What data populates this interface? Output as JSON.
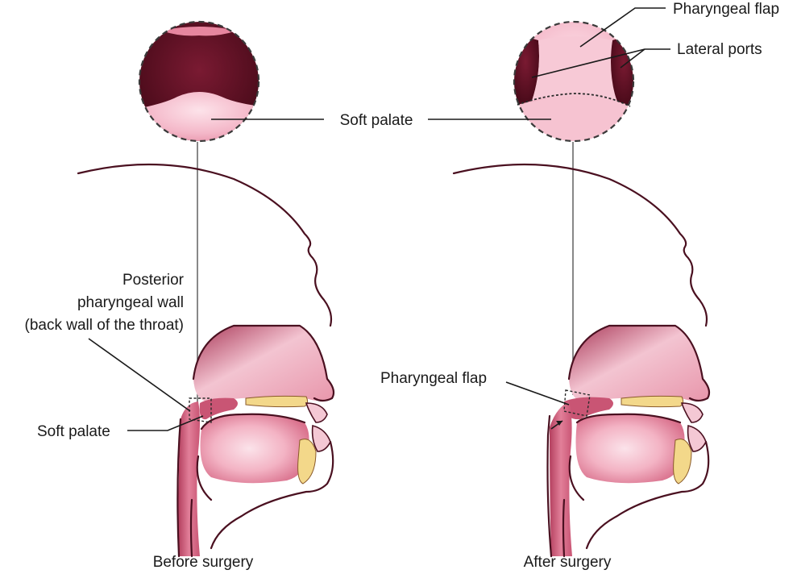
{
  "labels": {
    "pharyngeal_flap_top": "Pharyngeal flap",
    "lateral_ports": "Lateral ports",
    "soft_palate_center": "Soft palate",
    "posterior_wall_line1": "Posterior",
    "posterior_wall_line2": "pharyngeal wall",
    "posterior_wall_line3": "(back wall of the throat)",
    "soft_palate_left": "Soft palate",
    "pharyngeal_flap_right": "Pharyngeal flap"
  },
  "captions": {
    "before": "Before surgery",
    "after": "After surgery"
  },
  "colors": {
    "dark_maroon": "#5c0f22",
    "tissue_pink": "#f4b8c9",
    "tissue_mid": "#d9708c",
    "tissue_dark": "#9e2e4a",
    "bone_yellow": "#f3d88a",
    "outline": "#4a1020"
  }
}
